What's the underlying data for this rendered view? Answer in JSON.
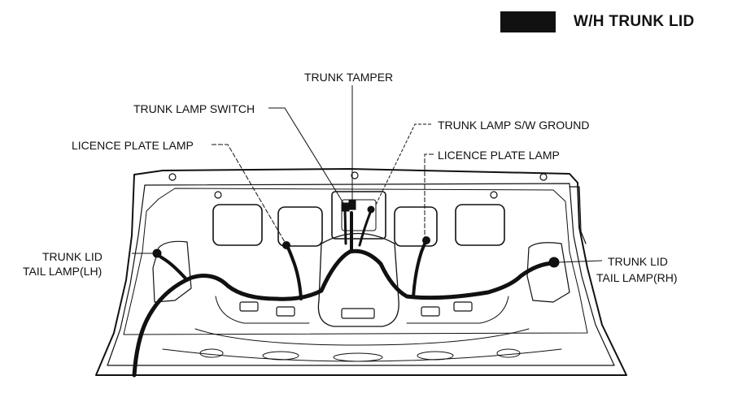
{
  "title": "W/H TRUNK LID",
  "labels": {
    "trunk_tamper": "TRUNK TAMPER",
    "trunk_lamp_switch": "TRUNK LAMP SWITCH",
    "trunk_lamp_sw_ground": "TRUNK LAMP S/W GROUND",
    "licence_plate_lamp_left": "LICENCE PLATE LAMP",
    "licence_plate_lamp_right": "LICENCE PLATE LAMP",
    "tail_lamp_lh_line1": "TRUNK LID",
    "tail_lamp_lh_line2": "TAIL LAMP(LH)",
    "tail_lamp_rh_line1": "TRUNK LID",
    "tail_lamp_rh_line2": "TAIL LAMP(RH)"
  },
  "colors": {
    "ink": "#111111",
    "background": "#ffffff"
  }
}
